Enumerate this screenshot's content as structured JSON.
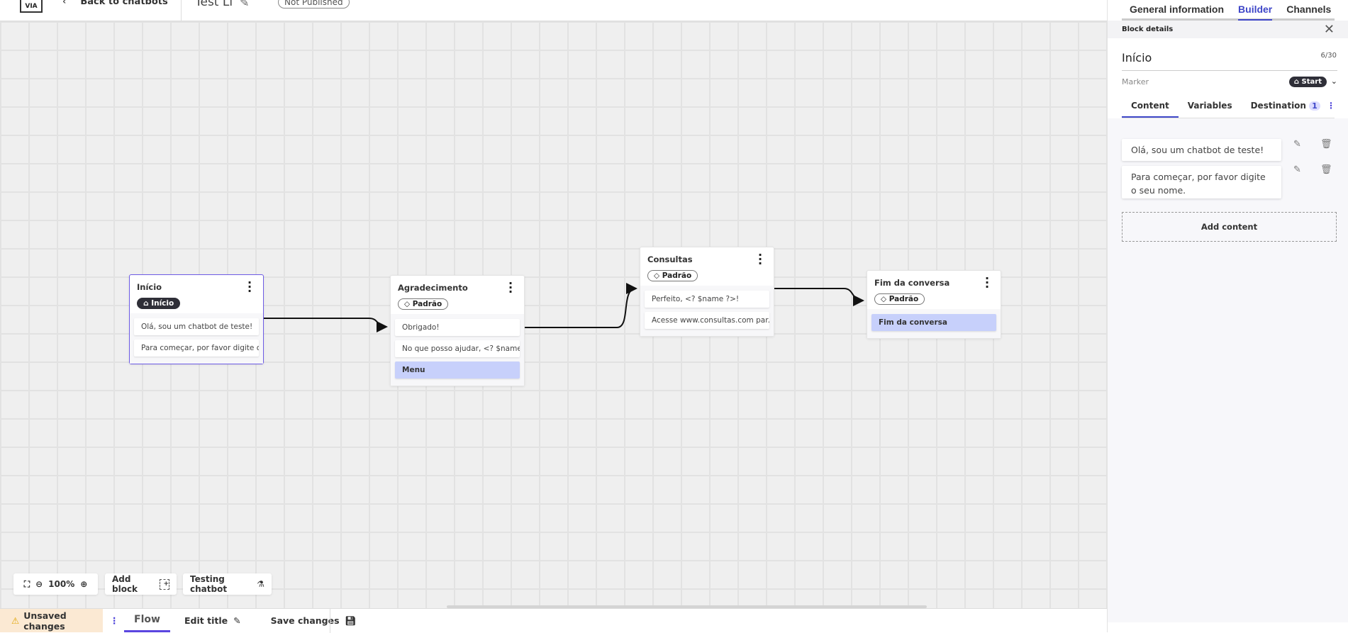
{
  "topbar": {
    "logo": "VIA",
    "back_label": "Back to chatbots",
    "chatbot_title": "Test Li",
    "status": "Not Published"
  },
  "canvas": {
    "nodes": [
      {
        "title": "Início",
        "badge": "Início",
        "badge_icon": "home-icon",
        "badge_style": "dark",
        "selected": true,
        "items": [
          {
            "text": "Olá, sou um chatbot de teste!"
          },
          {
            "text": "Para começar, por favor digite o ..."
          }
        ]
      },
      {
        "title": "Agradecimento",
        "badge": "Padrão",
        "badge_icon": "tag-icon",
        "items": [
          {
            "text": "Obrigado!"
          },
          {
            "text": "No que posso ajudar, <? $name ..."
          },
          {
            "text": "Menu",
            "type": "menu"
          }
        ]
      },
      {
        "title": "Consultas",
        "badge": "Padrão",
        "badge_icon": "tag-icon",
        "items": [
          {
            "text": "Perfeito, <? $name ?>!"
          },
          {
            "text": "Acesse www.consultas.com par..."
          }
        ]
      },
      {
        "title": "Fim da conversa",
        "badge": "Padrão",
        "badge_icon": "tag-icon",
        "items": [
          {
            "text": "Fim da conversa",
            "type": "menu"
          }
        ]
      }
    ],
    "toolbar": {
      "zoom": "100%",
      "add_block": "Add block",
      "testing": "Testing chatbot"
    }
  },
  "bottombar": {
    "unsaved": "Unsaved changes",
    "flow_tab": "Flow",
    "edit_title": "Edit title",
    "save_changes": "Save changes"
  },
  "panel": {
    "tabs": [
      "General information",
      "Builder",
      "Channels"
    ],
    "active_tab": "Builder",
    "header": "Block details",
    "block_name": "Início",
    "char_count": "6/30",
    "marker_label": "Marker",
    "marker_value": "Start",
    "block_tabs": {
      "content": "Content",
      "variables": "Variables",
      "destination": "Destination",
      "destination_count": "1"
    },
    "contents": [
      "Olá, sou um chatbot de teste!",
      "Para começar, por favor digite o seu nome."
    ],
    "add_content": "Add content"
  },
  "colors": {
    "accent": "#3f47c8",
    "selected_border": "#6e5ce6",
    "menu_item": "#c7d0fb",
    "unsaved_bg": "#fbe9d3"
  }
}
